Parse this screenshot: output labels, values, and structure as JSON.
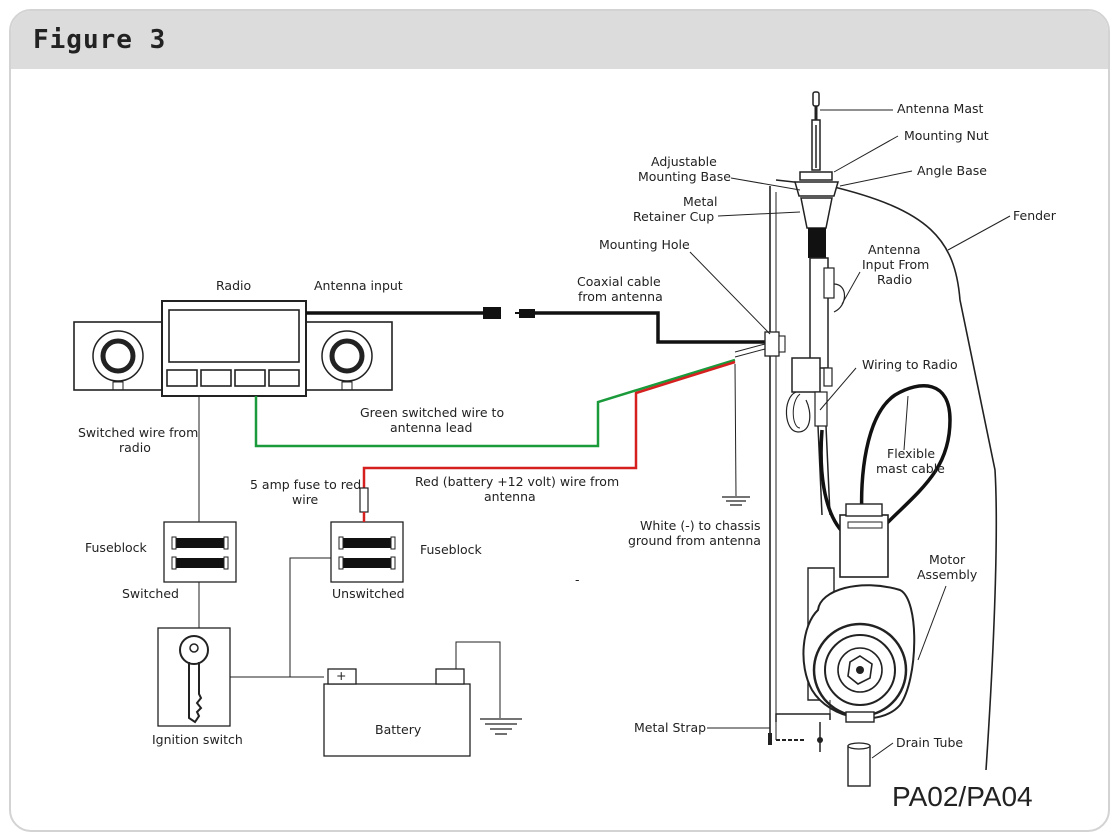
{
  "figure": {
    "title": "Figure 3",
    "model_code": "PA02/PA04"
  },
  "labels": {
    "antenna_mast": "Antenna Mast",
    "mounting_nut": "Mounting Nut",
    "adjustable_base_1": "Adjustable",
    "adjustable_base_2": "Mounting Base",
    "angle_base": "Angle Base",
    "retainer_1": "Metal",
    "retainer_2": "Retainer Cup",
    "fender": "Fender",
    "mounting_hole": "Mounting Hole",
    "ant_input_1": "Antenna",
    "ant_input_2": "Input From",
    "ant_input_3": "Radio",
    "radio": "Radio",
    "antenna_input": "Antenna input",
    "coax_1": "Coaxial cable",
    "coax_2": "from antenna",
    "wiring_to_radio": "Wiring to Radio",
    "green_1": "Green switched wire to",
    "green_2": "antenna lead",
    "switched_from_radio_1": "Switched wire from",
    "switched_from_radio_2": "radio",
    "flex_1": "Flexible",
    "flex_2": "mast cable",
    "fuse_1": "5 amp fuse to red",
    "fuse_2": "wire",
    "red_1": "Red (battery +12 volt) wire from",
    "red_2": "antenna",
    "white_1": "White (-) to chassis",
    "white_2": "ground from antenna",
    "fuseblock_left": "Fuseblock",
    "fuseblock_right": "Fuseblock",
    "switched": "Switched",
    "unswitched": "Unswitched",
    "motor_1": "Motor",
    "motor_2": "Assembly",
    "ignition_switch": "Ignition switch",
    "battery": "Battery",
    "battery_plus": "+",
    "metal_strap": "Metal Strap",
    "drain_tube": "Drain Tube",
    "stray_mark": "-"
  },
  "colors": {
    "green_wire": "#1a9a3a",
    "red_wire": "#d62020",
    "header": "#dcdcdc",
    "frame": "#d3d3d3"
  }
}
